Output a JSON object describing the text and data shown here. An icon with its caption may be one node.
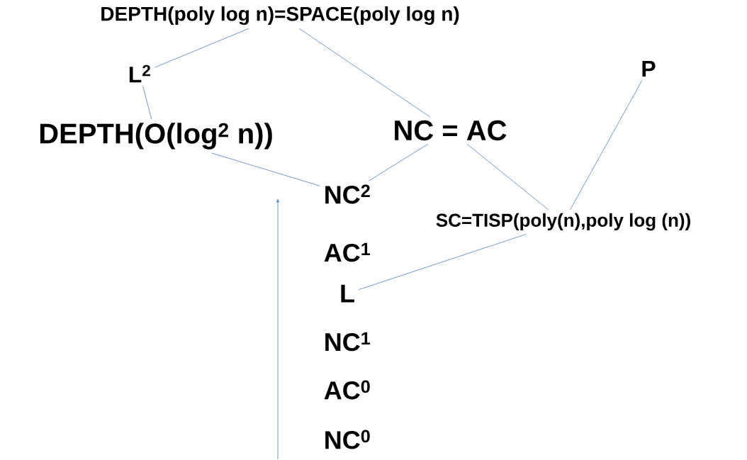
{
  "diagram": {
    "nodes": [
      {
        "text": [
          "DEPTH(poly log n)=SPACE(poly log n)"
        ]
      },
      {
        "text": [
          "L$^{2}$"
        ]
      },
      {
        "text": [
          "P"
        ]
      },
      {
        "text": [
          "DEPTH(O(log$^{2}$ n))"
        ]
      },
      {
        "text": [
          "NC = AC"
        ]
      },
      {
        "text": [
          "NC$^{2}$"
        ]
      },
      {
        "text": [
          "SC=TISP(poly(n),poly log (n))"
        ]
      },
      {
        "text": [
          "AC$^{1}$"
        ]
      },
      {
        "text": [
          "L"
        ]
      },
      {
        "text": [
          "NC$^{1}$"
        ]
      },
      {
        "text": [
          "AC$^{0}$"
        ]
      },
      {
        "text": [
          "NC$^{0}$"
        ]
      }
    ],
    "edges": [
      {
        "from": 0,
        "to": 1,
        "arrow": "none"
      },
      {
        "from": 1,
        "to": 3,
        "arrow": "none"
      },
      {
        "from": 0,
        "to": 4,
        "arrow": "none"
      },
      {
        "from": 3,
        "to": 5,
        "arrow": "none"
      },
      {
        "from": 5,
        "to": 4,
        "arrow": "none"
      },
      {
        "from": 4,
        "to": 6,
        "arrow": "none"
      },
      {
        "from": 2,
        "to": 6,
        "arrow": "none"
      },
      {
        "from": 6,
        "to": 8,
        "arrow": "none"
      }
    ]
  }
}
